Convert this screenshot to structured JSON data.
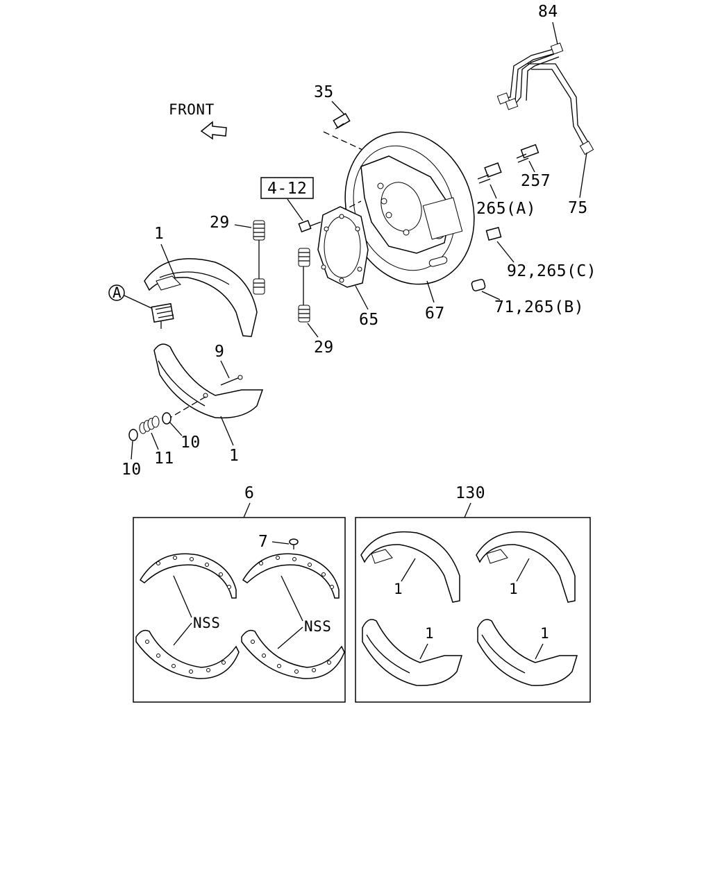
{
  "labels": {
    "front": "FRONT",
    "p84": "84",
    "p35": "35",
    "p257": "257",
    "p265a": "265(A)",
    "p75": "75",
    "p4_12": "4-12",
    "p29_top": "29",
    "p1_top": "1",
    "p92_265c": "92,265(C)",
    "pA": "A",
    "p65": "65",
    "p67": "67",
    "p71_265b": "71,265(B)",
    "p29_bottom": "29",
    "p9": "9",
    "p10_right": "10",
    "p10_left": "10",
    "p11": "11",
    "p1_lower": "1",
    "p6": "6",
    "p130": "130",
    "p7": "7",
    "nss_left": "NSS",
    "nss_right": "NSS",
    "kit_p1_a": "1",
    "kit_p1_b": "1",
    "kit_p1_c": "1",
    "kit_p1_d": "1"
  }
}
